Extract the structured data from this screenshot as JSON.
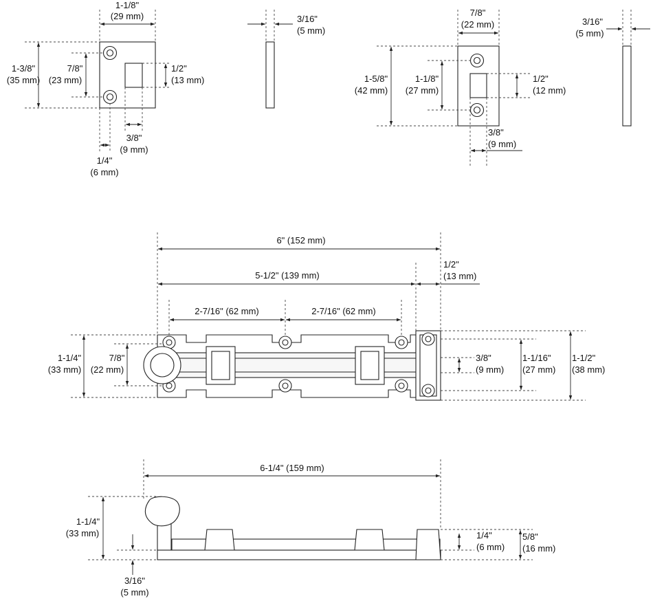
{
  "strike_plate_a": {
    "width": "1-1/8\"",
    "width_mm": "(29 mm)",
    "height": "1-3/8\"",
    "height_mm": "(35 mm)",
    "hole_spacing": "7/8\"",
    "hole_spacing_mm": "(23 mm)",
    "slot_height": "1/2\"",
    "slot_height_mm": "(13 mm)",
    "slot_width": "3/8\"",
    "slot_width_mm": "(9 mm)",
    "hole_offset": "1/4\"",
    "hole_offset_mm": "(6 mm)",
    "thickness": "3/16\"",
    "thickness_mm": "(5 mm)"
  },
  "strike_plate_b": {
    "width": "7/8\"",
    "width_mm": "(22 mm)",
    "height": "1-5/8\"",
    "height_mm": "(42 mm)",
    "hole_spacing": "1-1/8\"",
    "hole_spacing_mm": "(27 mm)",
    "slot_height": "1/2\"",
    "slot_height_mm": "(12 mm)",
    "slot_width": "3/8\"",
    "slot_width_mm": "(9 mm)",
    "thickness": "3/16\"",
    "thickness_mm": "(5 mm)"
  },
  "bolt_top_view": {
    "overall_length": "6\" (152 mm)",
    "body_length": "5-1/2\" (139 mm)",
    "keeper_width": "1/2\"",
    "keeper_width_mm": "(13 mm)",
    "spacing_left": "2-7/16\" (62 mm)",
    "spacing_right": "2-7/16\" (62 mm)",
    "body_height": "1-1/4\"",
    "body_height_mm": "(33 mm)",
    "knob_diameter": "7/8\"",
    "knob_diameter_mm": "(22 mm)",
    "bolt_diameter": "3/8\"",
    "bolt_diameter_mm": "(9 mm)",
    "keeper_hole_spacing": "1-1/16\"",
    "keeper_hole_spacing_mm": "(27 mm)",
    "keeper_height": "1-1/2\"",
    "keeper_height_mm": "(38 mm)"
  },
  "bolt_side_view": {
    "overall_length": "6-1/4\" (159 mm)",
    "height": "1-1/4\"",
    "height_mm": "(33 mm)",
    "plate_thickness": "3/16\"",
    "plate_thickness_mm": "(5 mm)",
    "keeper_offset": "1/4\"",
    "keeper_offset_mm": "(6 mm)",
    "keeper_height": "5/8\"",
    "keeper_height_mm": "(16 mm)"
  }
}
